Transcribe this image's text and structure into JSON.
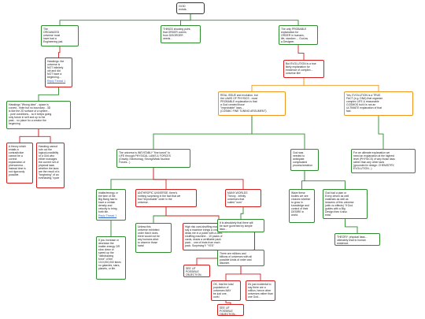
{
  "colors": {
    "support": "#2e8b2e",
    "objection": "#d41e1e",
    "rebuttal": "#f0961e",
    "edge": "#2e8b2e"
  },
  "nodes": [
    {
      "id": "root",
      "type": "root",
      "lines": [
        "GOD",
        "exists"
      ]
    },
    {
      "id": "n1",
      "type": "green",
      "lines": [
        "The",
        "ORGANIZED",
        "universe must",
        "have had a",
        "Engineering just."
      ]
    },
    {
      "id": "n2",
      "type": "green",
      "lines": [
        "THINGS showing point,",
        "that ORDER comes",
        "from DISORDER",
        "needs..."
      ]
    },
    {
      "id": "n3",
      "type": "green",
      "lines": [
        "The only PROBABLE",
        "explanation for",
        "ORDER in humans,",
        "life, stardom ... God as",
        "a Designer."
      ]
    },
    {
      "id": "n4",
      "type": "red",
      "lines": [
        "Hawkings: the",
        "universe is",
        "NOT infinitely",
        "old and did",
        "NOT have a",
        "beginning..."
      ],
      "link": "Reply Thread 1"
    },
    {
      "id": "n5",
      "type": "red",
      "lines": [
        "But EVOLUTION is a true",
        "likely explanation for",
        "existence of complex...",
        "universe life!"
      ]
    },
    {
      "id": "n6",
      "type": "green",
      "lines": [
        "Hawkings \"Wrong idea\" - space is",
        "curved - finite but no boundary - 3D",
        "is like the 2D surface of a sphere...",
        "- pure conditions... so it keeps going",
        "only future in self and up to the",
        "past... no place for a creator the",
        "beginning"
      ]
    },
    {
      "id": "n7",
      "type": "orange",
      "lines": [
        "REAL ISSUE and evolution, but",
        "the LAWS OF PHYSICS - most",
        "PROBABLE explanation is that",
        "a God created those",
        "\"improbable\" laws...",
        "(COSMIC FINE TUNING ARGUMENT)"
      ]
    },
    {
      "id": "n8",
      "type": "orange",
      "lines": [
        "Yes, EVOLUTION is a TRUE",
        "FACT (e.g. DNA) that organize",
        "complex LIFE & reasonable",
        "COSMOS but it is not an",
        "ULTIMATE explanation of that",
        "fact."
      ]
    },
    {
      "id": "n9",
      "type": "red",
      "lines": [
        "A theory which",
        "entails a",
        "contradiction",
        "cannot be a",
        "correct",
        "explanation of",
        "phenomena -",
        "instead time is",
        "not rigorously",
        "possible."
      ]
    },
    {
      "id": "n10",
      "type": "red",
      "lines": [
        "Hawking cannot",
        "rule out the",
        "logical possibility",
        "of a God who",
        "either manages",
        "the current set of",
        "physical laws",
        "whether the laws",
        "are the result of a",
        "\"beginning\" of an",
        "everlasting \"cycle"
      ]
    },
    {
      "id": "n11",
      "type": "green",
      "lines": [
        "The universe is INEVITABLY \"fine tuned\" to",
        "LIFE through PHYSICAL LAWS & FORCES",
        "(Gravity, Electromag, Strong/Weak Nuclear",
        "Forces...)"
      ]
    },
    {
      "id": "n12",
      "type": "green",
      "lines": [
        "God was",
        "needed to",
        "anticipate",
        "complicated",
        "process/creation"
      ]
    },
    {
      "id": "n13",
      "type": "green",
      "lines": [
        "For an ultimate explanation we",
        "need an explanation at the highest",
        "level (PHYSICS) of why those laws",
        "rather than any other laws",
        "(grounded in design: CHEMISTRY,",
        "EVOLUTION...)"
      ]
    },
    {
      "id": "n14",
      "type": "green",
      "lines": [
        "matter/energy or",
        "the time of the",
        "Big Bang had to",
        "have a certain",
        "density and",
        "velocity to bring",
        "forth life."
      ],
      "link": "Reply Thread 1"
    },
    {
      "id": "n15",
      "type": "red",
      "lines": [
        "ANTHROPIC UNIVERSE: there's",
        "nothing surprising in the fact that we",
        "find \"improbable\" order in the",
        "universe."
      ]
    },
    {
      "id": "n16",
      "type": "red",
      "lines": [
        "MANY-WORLDS",
        "Theory - infinity",
        "universes that",
        "suited \"ours\""
      ]
    },
    {
      "id": "n17",
      "type": "green",
      "lines": [
        "Wave these",
        "bodies we see",
        "choices whether",
        "to grow in",
        "knowledge and",
        "control of their",
        "DESIRE in",
        "world."
      ]
    },
    {
      "id": "n18",
      "type": "green",
      "lines": [
        "God had a plan or",
        "Every driven as well",
        "materials as well as",
        "heavens of this universe",
        "(with no effects) \"if God",
        "guides with a Big",
        "Design then it also",
        "exist."
      ]
    },
    {
      "id": "n19",
      "type": "green",
      "lines": [
        "Unless this",
        "universe exhibited",
        "order that it does,",
        "there would not be",
        "any humans alive",
        "to observe those",
        "facts!"
      ]
    },
    {
      "id": "n20",
      "type": "red",
      "lines": [
        "High risk card-shuffling machine;",
        "say a machine brings a order and",
        "deals me in a poker with a card-",
        "shuffling machine... 10 packs of",
        "cards, draws a certifiable pack",
        "pack... one of trials from each",
        "pack. Surprising?! \"YES\""
      ]
    },
    {
      "id": "n21",
      "type": "green",
      "lines": [
        "It is absolutely that there will",
        "be sure governed by simple",
        "laws..."
      ]
    },
    {
      "id": "n22",
      "type": "green",
      "lines": [
        "THEORY: physical laws...",
        "ultimately lead to human",
        "existence."
      ]
    },
    {
      "id": "n23",
      "type": "green",
      "lines": [
        "If you increase or",
        "decrease the",
        "matter-energy OR",
        "slow down or",
        "speed up the",
        "\"withdrawing",
        "force\" of the",
        "1/10,000,000 times",
        "no galaxies, stars,",
        "planets, or life."
      ]
    },
    {
      "id": "n24",
      "type": "red",
      "lines": [
        "SEE LIF",
        "POSSIBLE",
        "OBJECTION..."
      ]
    },
    {
      "id": "n25",
      "type": "green",
      "lines": [
        "There are millions and",
        "billions of universes with all",
        "possible kinds of order and",
        "disorder."
      ]
    },
    {
      "id": "n26",
      "type": "red",
      "lines": [
        "OK, that the total",
        "population of",
        "universes MAY",
        "be just one,",
        "ours!"
      ]
    },
    {
      "id": "n27",
      "type": "red",
      "lines": [
        "It's just incidental to",
        "say there are a",
        "million, hence other",
        "universes rather than",
        "one God..."
      ]
    },
    {
      "id": "n28",
      "type": "red",
      "lines": [
        "SEE LIF",
        "POSSIBLE",
        "OBJECTION..."
      ]
    }
  ]
}
